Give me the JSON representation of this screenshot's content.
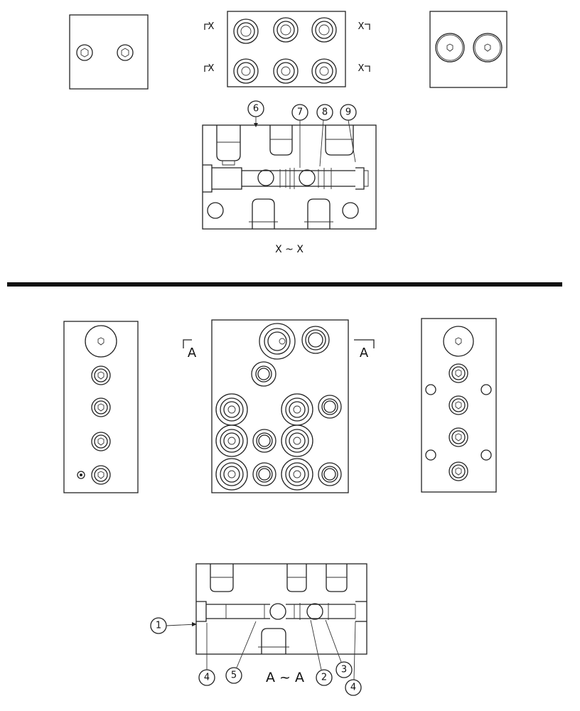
{
  "drawing": {
    "section_upper": {
      "section_marker": "X",
      "caption": "X ~ X"
    },
    "section_lower": {
      "section_marker": "A",
      "caption": "A ~ A"
    },
    "callouts_upper": [
      "6",
      "7",
      "8",
      "9"
    ],
    "callouts_lower": [
      "1",
      "4",
      "5",
      "2",
      "3",
      "4"
    ]
  },
  "colors": {
    "line": "#222222",
    "background": "#ffffff"
  }
}
